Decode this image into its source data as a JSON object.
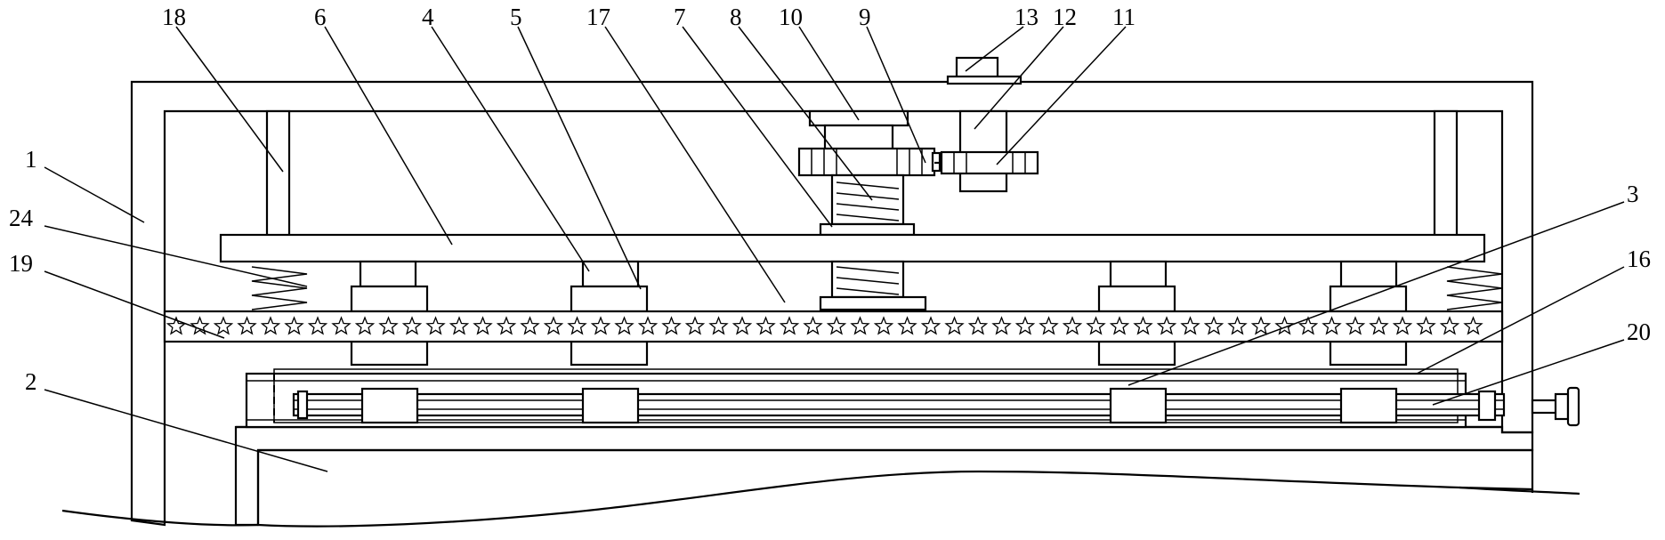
{
  "labels": {
    "n1": "1",
    "n2": "2",
    "n3": "3",
    "n4": "4",
    "n5": "5",
    "n6": "6",
    "n7": "7",
    "n8": "8",
    "n9": "9",
    "n10": "10",
    "n11": "11",
    "n12": "12",
    "n13": "13",
    "n16": "16",
    "n17": "17",
    "n18": "18",
    "n19": "19",
    "n20": "20",
    "n24": "24"
  }
}
